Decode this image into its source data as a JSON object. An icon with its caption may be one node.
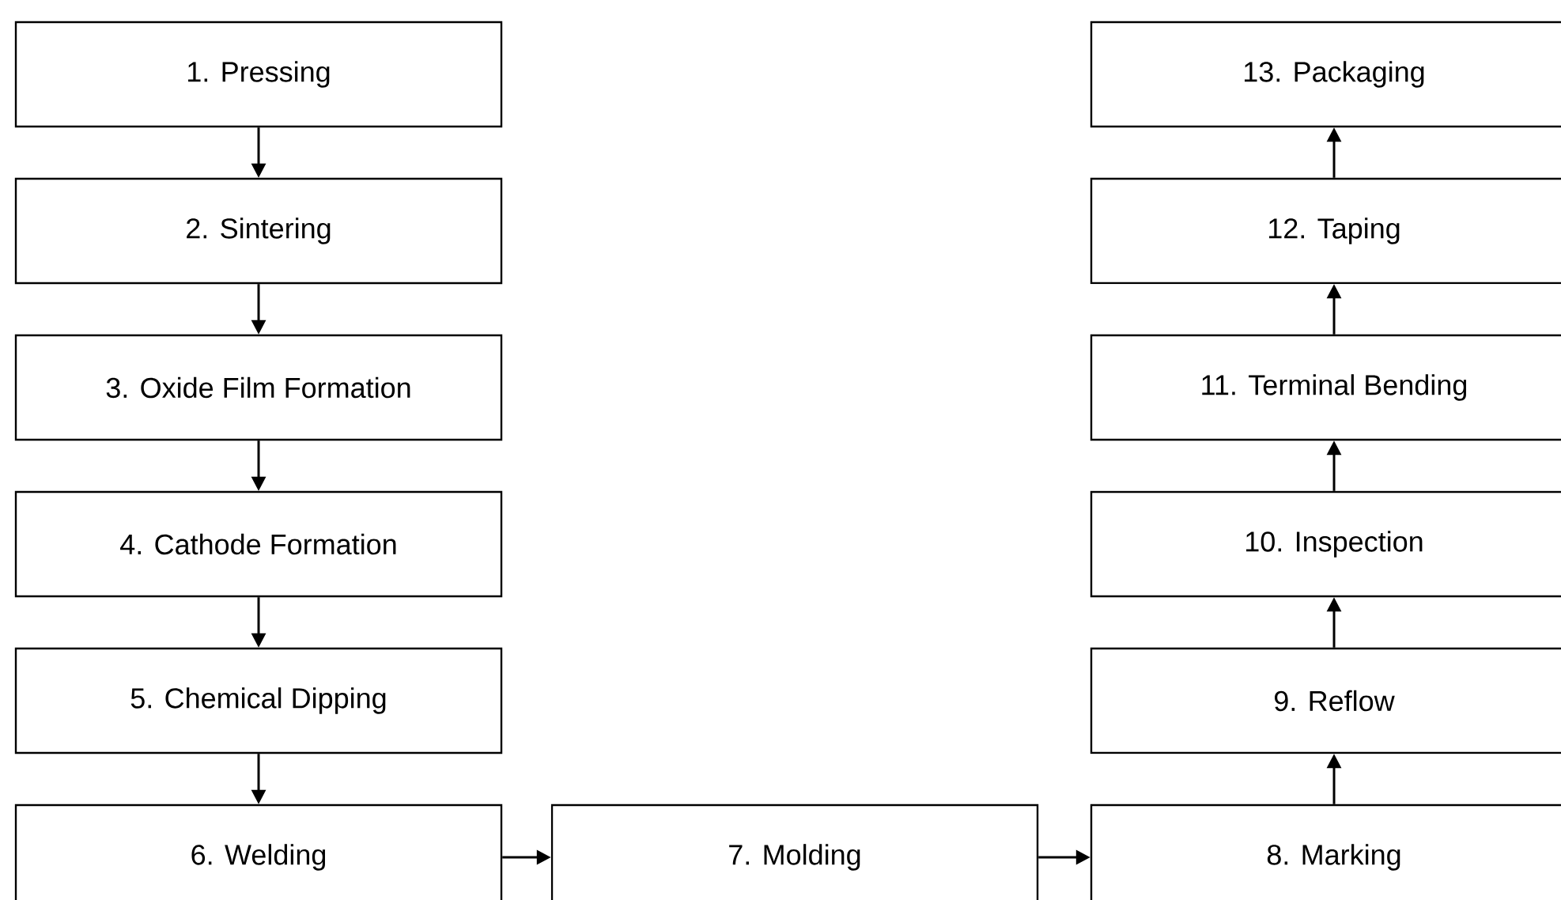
{
  "diagram": {
    "nodes": [
      {
        "text": [
          "1. Pressing"
        ]
      },
      {
        "text": [
          "2. Sintering"
        ]
      },
      {
        "text": [
          "3. Oxide Film Formation"
        ]
      },
      {
        "text": [
          "4. Cathode Formation"
        ]
      },
      {
        "text": [
          "5. Chemical Dipping"
        ]
      },
      {
        "text": [
          "6. Welding"
        ]
      },
      {
        "text": [
          "7. Molding"
        ]
      },
      {
        "text": [
          "8. Marking"
        ]
      },
      {
        "text": [
          "9. Reflow"
        ]
      },
      {
        "text": [
          "10. Inspection"
        ]
      },
      {
        "text": [
          "11. Terminal Bending"
        ]
      },
      {
        "text": [
          "12. Taping"
        ]
      },
      {
        "text": [
          "13. Packaging"
        ]
      }
    ],
    "edges": [
      {
        "from": 0,
        "to": 1,
        "arrow": "to"
      },
      {
        "from": 1,
        "to": 2,
        "arrow": "to"
      },
      {
        "from": 2,
        "to": 3,
        "arrow": "to"
      },
      {
        "from": 3,
        "to": 4,
        "arrow": "to"
      },
      {
        "from": 4,
        "to": 5,
        "arrow": "to"
      },
      {
        "from": 5,
        "to": 6,
        "arrow": "to"
      },
      {
        "from": 6,
        "to": 7,
        "arrow": "to"
      },
      {
        "from": 7,
        "to": 8,
        "arrow": "to"
      },
      {
        "from": 8,
        "to": 9,
        "arrow": "to"
      },
      {
        "from": 9,
        "to": 10,
        "arrow": "to"
      },
      {
        "from": 10,
        "to": 11,
        "arrow": "to"
      },
      {
        "from": 11,
        "to": 12,
        "arrow": "to"
      }
    ]
  }
}
